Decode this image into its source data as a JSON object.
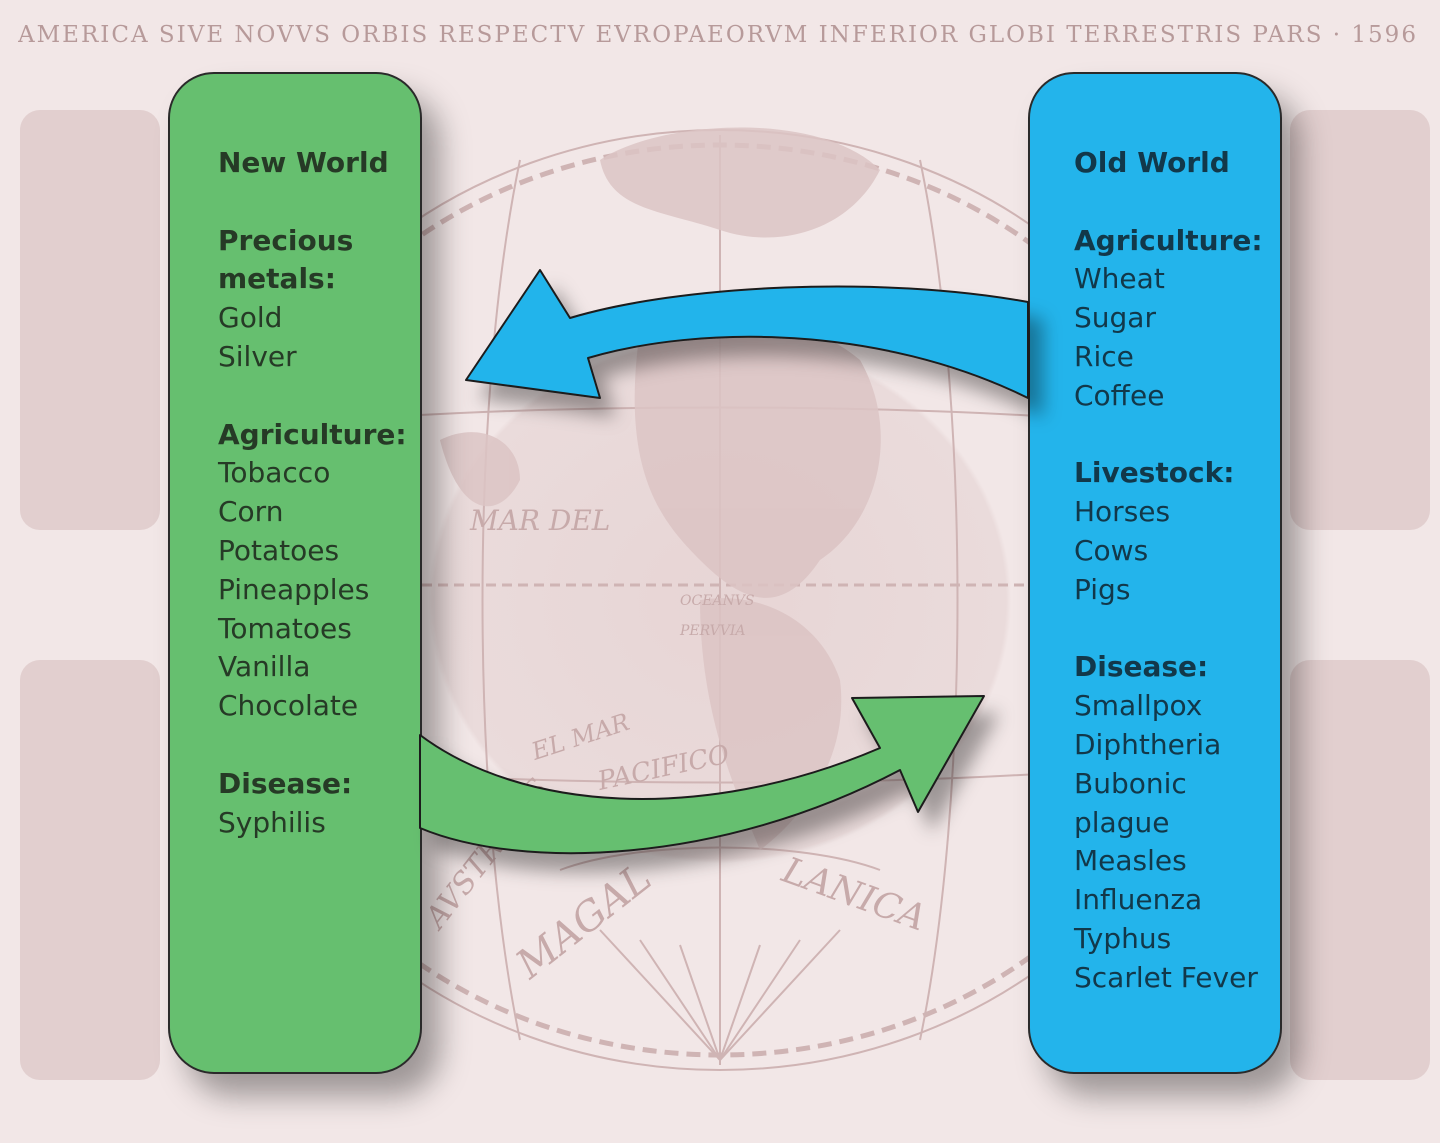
{
  "banner": "AMERICA SIVE NOVVS ORBIS RESPECTV EVROPAEORVM INFERIOR GLOBI TERRESTRIS PARS · 1596",
  "map_labels": {
    "mar_del": "MAR DEL",
    "oceanus": "OCEANVS",
    "peruvia": "PERVVIA",
    "el_mar": "EL MAR",
    "pacifico": "PACIFICO",
    "magal": "MAGAL",
    "lanica": "LANICA",
    "australis": "AVSTRALIS"
  },
  "colors": {
    "new_world": "#66bf6f",
    "old_world": "#23b4eb",
    "background": "#f2e7e7",
    "engraving": "#c7aaaa"
  },
  "new_world": {
    "title": "New World",
    "sections": [
      {
        "heading": "Precious metals:",
        "items": [
          "Gold",
          "Silver"
        ]
      },
      {
        "heading": "Agriculture:",
        "items": [
          "Tobacco",
          "Corn",
          "Potatoes",
          "Pineapples",
          "Tomatoes",
          "Vanilla",
          "Chocolate"
        ]
      },
      {
        "heading": "Disease:",
        "items": [
          "Syphilis"
        ]
      }
    ]
  },
  "old_world": {
    "title": "Old World",
    "sections": [
      {
        "heading": "Agriculture:",
        "items": [
          "Wheat",
          "Sugar",
          "Rice",
          "Coffee"
        ]
      },
      {
        "heading": "Livestock:",
        "items": [
          "Horses",
          "Cows",
          "Pigs"
        ]
      },
      {
        "heading": "Disease:",
        "items": [
          "Smallpox",
          "Diphtheria",
          "Bubonic",
          "plague",
          "Measles",
          "Influenza",
          "Typhus",
          "Scarlet Fever"
        ]
      }
    ]
  }
}
